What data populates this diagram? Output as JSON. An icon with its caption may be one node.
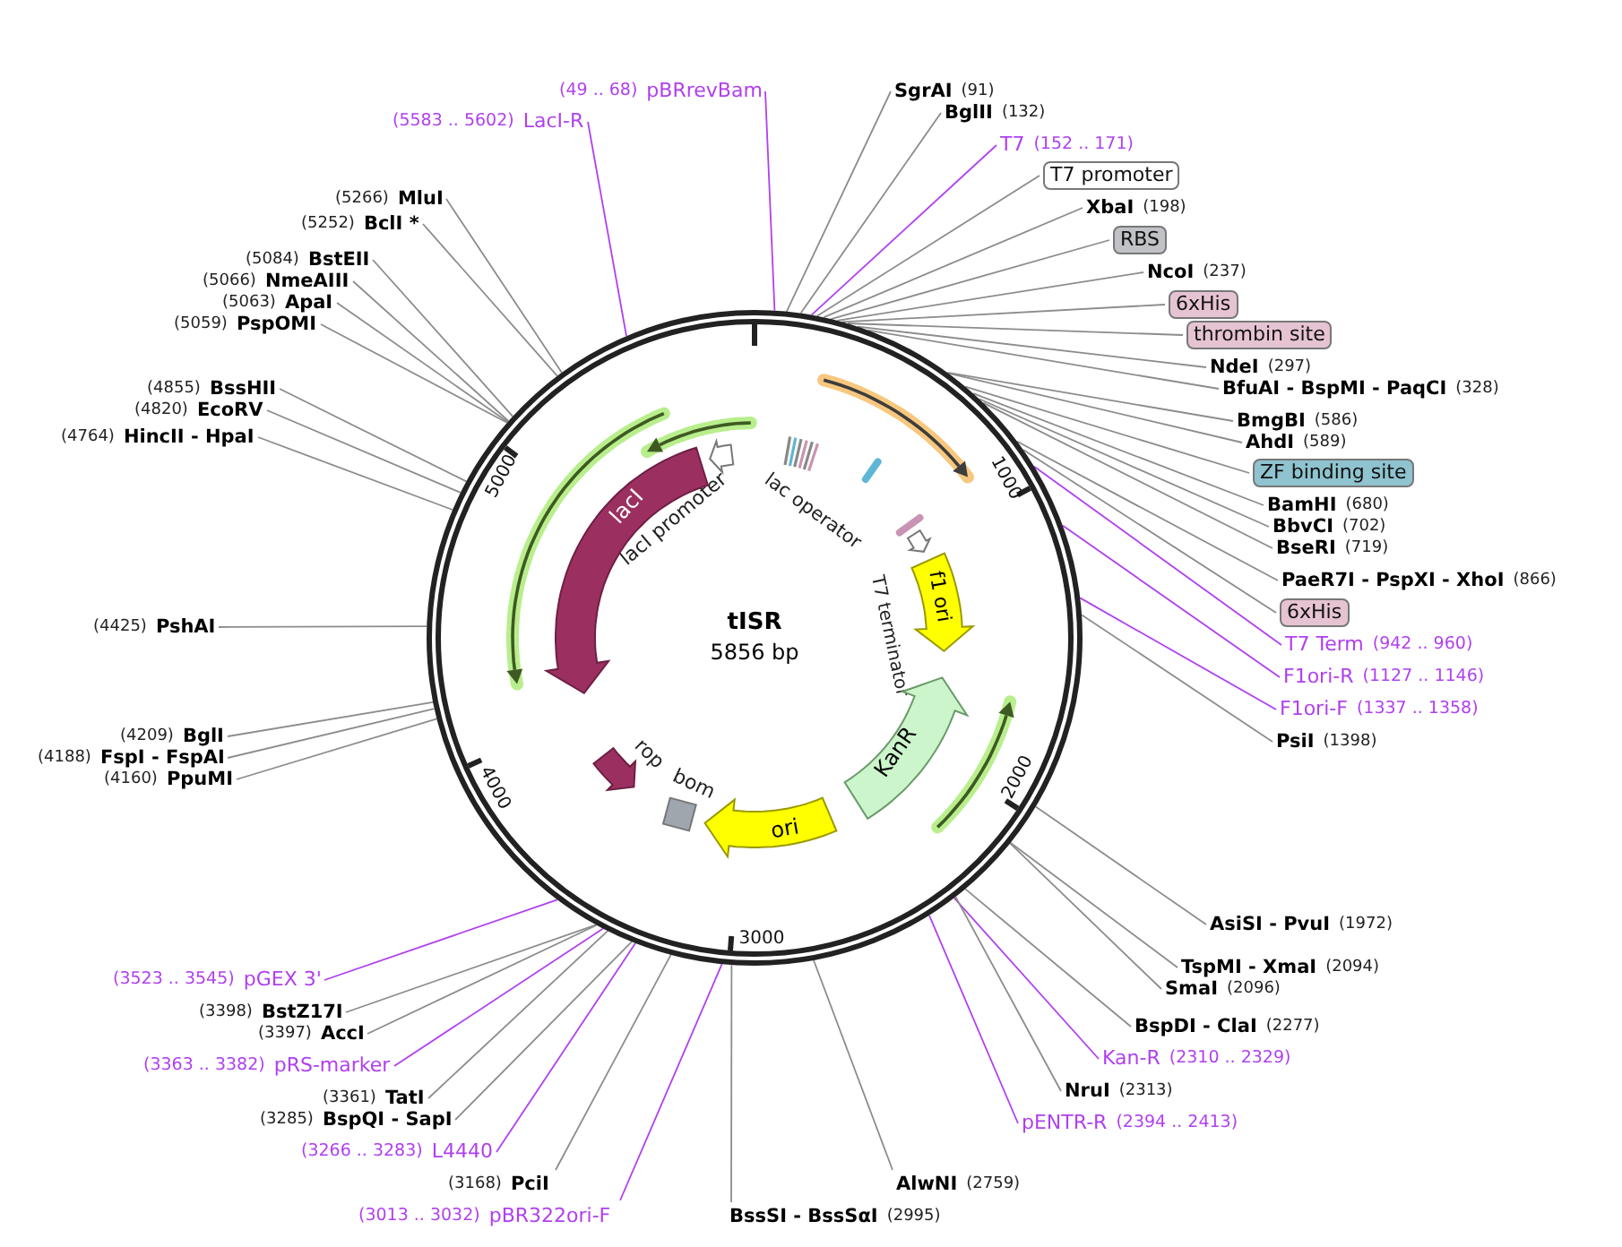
{
  "diagram": {
    "nodes": [
      {
        "text": [
          "tISR",
          "5856 bp"
        ]
      },
      {
        "text": [],
        "shape": "arrow",
        "in": 0
      },
      {
        "text": [],
        "shape": "arrow",
        "in": 0
      },
      {
        "text": [
          "lacI promoter"
        ],
        "in": 0
      },
      {
        "text": [
          "lacI"
        ],
        "in": 0
      },
      {
        "text": [
          "lac operator"
        ],
        "in": 0
      },
      {
        "text": [],
        "shape": "arrow",
        "in": 0
      },
      {
        "text": [],
        "shape": "bar",
        "in": 0
      },
      {
        "text": [],
        "shape": "bar",
        "in": 0
      },
      {
        "text": [
          "T7 terminator"
        ],
        "in": 0
      },
      {
        "text": [
          "f1 ori"
        ],
        "in": 0
      },
      {
        "text": [
          "KanR"
        ],
        "in": 0
      },
      {
        "text": [],
        "shape": "arrow",
        "in": 0
      },
      {
        "text": [
          "ori"
        ],
        "in": 0
      },
      {
        "text": [
          "rop"
        ],
        "in": 0
      },
      {
        "text": [
          "bom"
        ],
        "in": 0
      },
      {
        "text": [
          "(49 .. 68)",
          "pBRrevBam"
        ]
      },
      {
        "text": [
          "SgrAI",
          "(91)"
        ]
      },
      {
        "text": [
          "BglII",
          "(132)"
        ]
      },
      {
        "text": [
          "T7",
          "(152 .. 171)"
        ]
      },
      {
        "text": [
          "T7 promoter"
        ]
      },
      {
        "text": [
          "XbaI",
          "(198)"
        ]
      },
      {
        "text": [
          "RBS"
        ]
      },
      {
        "text": [
          "NcoI",
          "(237)"
        ]
      },
      {
        "text": [
          "6xHis"
        ]
      },
      {
        "text": [
          "thrombin site"
        ]
      },
      {
        "text": [
          "NdeI",
          "(297)"
        ]
      },
      {
        "text": [
          "BfuAI - BspMI - PaqCI",
          "(328)"
        ]
      },
      {
        "text": [
          "BmgBI",
          "(586)"
        ]
      },
      {
        "text": [
          "AhdI",
          "(589)"
        ]
      },
      {
        "text": [
          "ZF binding site"
        ]
      },
      {
        "text": [
          "BamHI",
          "(680)"
        ]
      },
      {
        "text": [
          "BbvCI",
          "(702)"
        ]
      },
      {
        "text": [
          "BseRI",
          "(719)"
        ]
      },
      {
        "text": [
          "PaeR7I - PspXI - XhoI",
          "(866)"
        ]
      },
      {
        "text": [
          "6xHis"
        ]
      },
      {
        "text": [
          "T7 Term",
          "(942 .. 960)"
        ]
      },
      {
        "text": [
          "F1ori-R",
          "(1127 .. 1146)"
        ]
      },
      {
        "text": [
          "F1ori-F",
          "(1337 .. 1358)"
        ]
      },
      {
        "text": [
          "PsiI",
          "(1398)"
        ]
      },
      {
        "text": [
          "AsiSI - PvuI",
          "(1972)"
        ]
      },
      {
        "text": [
          "TspMI - XmaI",
          "(2094)"
        ]
      },
      {
        "text": [
          "SmaI",
          "(2096)"
        ]
      },
      {
        "text": [
          "BspDI - ClaI",
          "(2277)"
        ]
      },
      {
        "text": [
          "Kan-R",
          "(2310 .. 2329)"
        ]
      },
      {
        "text": [
          "NruI",
          "(2313)"
        ]
      },
      {
        "text": [
          "pENTR-R",
          "(2394 .. 2413)"
        ]
      },
      {
        "text": [
          "AlwNI",
          "(2759)"
        ]
      },
      {
        "text": [
          "BssSI - BssSαI",
          "(2995)"
        ]
      },
      {
        "text": [
          "(3013 .. 3032)",
          "pBR322ori-F"
        ]
      },
      {
        "text": [
          "(3168)",
          "PciI"
        ]
      },
      {
        "text": [
          "(3266 .. 3283)",
          "L4440"
        ]
      },
      {
        "text": [
          "(3285)",
          "BspQI - SapI"
        ]
      },
      {
        "text": [
          "(3361)",
          "TatI"
        ]
      },
      {
        "text": [
          "(3363 .. 3382)",
          "pRS-marker"
        ]
      },
      {
        "text": [
          "(3397)",
          "AccI"
        ]
      },
      {
        "text": [
          "(3398)",
          "BstZ17I"
        ]
      },
      {
        "text": [
          "(3523 .. 3545)",
          "pGEX 3'"
        ]
      },
      {
        "text": [
          "(4160)",
          "PpuMI"
        ]
      },
      {
        "text": [
          "(4188)",
          "FspI - FspAI"
        ]
      },
      {
        "text": [
          "(4209)",
          "BglI"
        ]
      },
      {
        "text": [
          "(4425)",
          "PshAI"
        ]
      },
      {
        "text": [
          "(4764)",
          "HincII - HpaI"
        ]
      },
      {
        "text": [
          "(4820)",
          "EcoRV"
        ]
      },
      {
        "text": [
          "(4855)",
          "BssHII"
        ]
      },
      {
        "text": [
          "(5059)",
          "PspOMI"
        ]
      },
      {
        "text": [
          "(5063)",
          "ApaI"
        ]
      },
      {
        "text": [
          "(5066)",
          "NmeAIII"
        ]
      },
      {
        "text": [
          "(5084)",
          "BstEII"
        ]
      },
      {
        "text": [
          "(5252)",
          "BclI *"
        ]
      },
      {
        "text": [
          "(5266)",
          "MluI"
        ]
      },
      {
        "text": [
          "(5583 .. 5602)",
          "LacI-R"
        ]
      }
    ],
    "edges": [
      {
        "from": 16,
        "to": 0,
        "arrow": "none",
        "color": "#b040f0"
      },
      {
        "from": 17,
        "to": 0,
        "arrow": "none"
      },
      {
        "from": 18,
        "to": 0,
        "arrow": "none"
      },
      {
        "from": 19,
        "to": 0,
        "arrow": "none",
        "color": "#b040f0"
      },
      {
        "from": 20,
        "to": 0,
        "arrow": "none"
      },
      {
        "from": 21,
        "to": 0,
        "arrow": "none"
      },
      {
        "from": 22,
        "to": 0,
        "arrow": "none"
      },
      {
        "from": 23,
        "to": 0,
        "arrow": "none"
      },
      {
        "from": 24,
        "to": 0,
        "arrow": "none"
      },
      {
        "from": 25,
        "to": 0,
        "arrow": "none"
      },
      {
        "from": 26,
        "to": 0,
        "arrow": "none"
      },
      {
        "from": 27,
        "to": 0,
        "arrow": "none"
      },
      {
        "from": 28,
        "to": 0,
        "arrow": "none"
      },
      {
        "from": 29,
        "to": 0,
        "arrow": "none"
      },
      {
        "from": 30,
        "to": 0,
        "arrow": "none"
      },
      {
        "from": 31,
        "to": 0,
        "arrow": "none"
      },
      {
        "from": 32,
        "to": 0,
        "arrow": "none"
      },
      {
        "from": 33,
        "to": 0,
        "arrow": "none"
      },
      {
        "from": 34,
        "to": 0,
        "arrow": "none"
      },
      {
        "from": 35,
        "to": 0,
        "arrow": "none"
      },
      {
        "from": 36,
        "to": 0,
        "arrow": "none",
        "color": "#b040f0"
      },
      {
        "from": 37,
        "to": 0,
        "arrow": "none",
        "color": "#b040f0"
      },
      {
        "from": 38,
        "to": 0,
        "arrow": "none",
        "color": "#b040f0"
      },
      {
        "from": 39,
        "to": 0,
        "arrow": "none"
      },
      {
        "from": 40,
        "to": 0,
        "arrow": "none"
      },
      {
        "from": 41,
        "to": 0,
        "arrow": "none"
      },
      {
        "from": 42,
        "to": 0,
        "arrow": "none"
      },
      {
        "from": 43,
        "to": 0,
        "arrow": "none"
      },
      {
        "from": 44,
        "to": 0,
        "arrow": "none",
        "color": "#b040f0"
      },
      {
        "from": 45,
        "to": 0,
        "arrow": "none"
      },
      {
        "from": 46,
        "to": 0,
        "arrow": "none",
        "color": "#b040f0"
      },
      {
        "from": 47,
        "to": 0,
        "arrow": "none"
      },
      {
        "from": 48,
        "to": 0,
        "arrow": "none"
      },
      {
        "from": 49,
        "to": 0,
        "arrow": "none",
        "color": "#b040f0"
      },
      {
        "from": 50,
        "to": 0,
        "arrow": "none"
      },
      {
        "from": 51,
        "to": 0,
        "arrow": "none",
        "color": "#b040f0"
      },
      {
        "from": 52,
        "to": 0,
        "arrow": "none"
      },
      {
        "from": 53,
        "to": 0,
        "arrow": "none"
      },
      {
        "from": 54,
        "to": 0,
        "arrow": "none",
        "color": "#b040f0"
      },
      {
        "from": 55,
        "to": 0,
        "arrow": "none"
      },
      {
        "from": 56,
        "to": 0,
        "arrow": "none"
      },
      {
        "from": 57,
        "to": 0,
        "arrow": "none",
        "color": "#b040f0"
      },
      {
        "from": 58,
        "to": 0,
        "arrow": "none"
      },
      {
        "from": 59,
        "to": 0,
        "arrow": "none"
      },
      {
        "from": 60,
        "to": 0,
        "arrow": "none"
      },
      {
        "from": 61,
        "to": 0,
        "arrow": "none"
      },
      {
        "from": 62,
        "to": 0,
        "arrow": "none"
      },
      {
        "from": 63,
        "to": 0,
        "arrow": "none"
      },
      {
        "from": 64,
        "to": 0,
        "arrow": "none"
      },
      {
        "from": 65,
        "to": 0,
        "arrow": "none"
      },
      {
        "from": 66,
        "to": 0,
        "arrow": "none"
      },
      {
        "from": 67,
        "to": 0,
        "arrow": "none"
      },
      {
        "from": 68,
        "to": 0,
        "arrow": "none"
      },
      {
        "from": 69,
        "to": 0,
        "arrow": "none"
      },
      {
        "from": 70,
        "to": 0,
        "arrow": "none"
      },
      {
        "from": 71,
        "to": 0,
        "arrow": "none",
        "color": "#b040f0"
      }
    ],
    "labels": [
      "1000",
      "2000",
      "3000",
      "4000",
      "5000"
    ]
  }
}
